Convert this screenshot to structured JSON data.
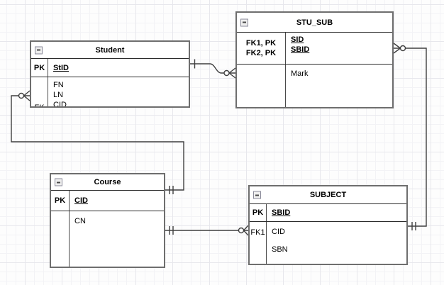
{
  "colors": {
    "background": "#fdfdfd",
    "grid_minor": "#f3f3f6",
    "grid_major": "#e7e7ec",
    "entity_border": "#6e6e6e",
    "inner_line": "#2b2b2b",
    "connector": "#3f3f3f",
    "text": "#000000",
    "collapse_icon_bg": "#efefef"
  },
  "notation": "crow-foot",
  "entities": {
    "student": {
      "title": "Student",
      "collapse_icon": "minus",
      "pk_label": "PK",
      "pk_field": "StID",
      "fk_label": "FK",
      "fields": [
        "FN",
        "LN",
        "CID"
      ]
    },
    "stu_sub": {
      "title": "STU_SUB",
      "collapse_icon": "minus",
      "key_labels": [
        "FK1, PK",
        "FK2, PK"
      ],
      "pk_fields": [
        "SID",
        "SBID"
      ],
      "fields": [
        "Mark"
      ]
    },
    "course": {
      "title": "Course",
      "collapse_icon": "minus",
      "pk_label": "PK",
      "pk_field": "CID",
      "fields": [
        "CN"
      ]
    },
    "subject": {
      "title": "SUBJECT",
      "collapse_icon": "minus",
      "pk_label": "PK",
      "pk_field": "SBID",
      "fk_label": "FK1",
      "fields": [
        "CID",
        "SBN"
      ]
    }
  },
  "relationships": [
    {
      "from": "Student",
      "to": "STU_SUB",
      "from_end": "one",
      "to_end": "zero-or-many"
    },
    {
      "from": "SUBJECT",
      "to": "STU_SUB",
      "from_end": "one-and-only-one",
      "to_end": "zero-or-many"
    },
    {
      "from": "Course",
      "to": "Student",
      "from_end": "one-and-only-one",
      "to_end": "zero-or-many"
    },
    {
      "from": "Course",
      "to": "SUBJECT",
      "from_end": "one-and-only-one",
      "to_end": "zero-or-many"
    }
  ]
}
